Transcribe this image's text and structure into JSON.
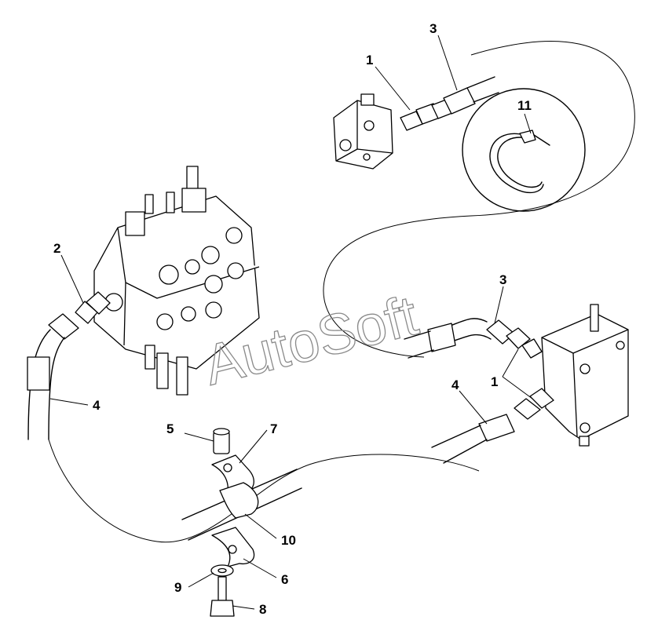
{
  "labels": {
    "c1a": "1",
    "c3a": "3",
    "c11": "11",
    "c2": "2",
    "c4a": "4",
    "c3b": "3",
    "c1b": "1",
    "c4b": "4",
    "c5": "5",
    "c7": "7",
    "c10": "10",
    "c9": "9",
    "c6": "6",
    "c8": "8"
  },
  "watermark": "AutoSoft"
}
